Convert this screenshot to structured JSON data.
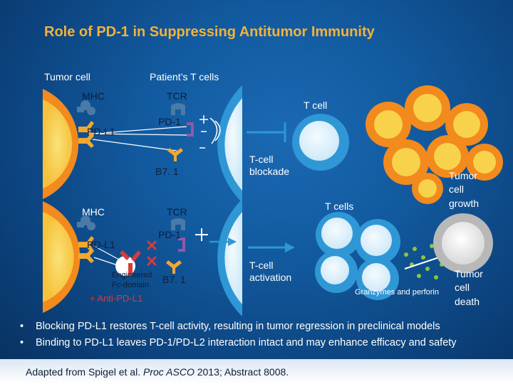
{
  "slide": {
    "title": "Role of PD-1 in Suppressing Antitumor Immunity",
    "labels": {
      "tumor_cell": "Tumor cell",
      "patients_t_cells": "Patient’s T cells",
      "mhc_top": "MHC",
      "tcr_top": "TCR",
      "pd1_top": "PD-1",
      "pdl1_top": "PD-L1",
      "b71_top": "B7. 1",
      "t_cell": "T cell",
      "t_cell_blockade_1": "T-cell",
      "t_cell_blockade_2": "blockade",
      "tumor_growth_1": "Tumor",
      "tumor_growth_2": "cell",
      "tumor_growth_3": "growth",
      "mhc_bottom": "MHC",
      "tcr_bottom": "TCR",
      "pd1_bottom": "PD-1",
      "pdl1_bottom": "PD-L1",
      "engineered_1": "Engineered",
      "engineered_2": "Fc-domain",
      "b71_bottom": "B7. 1",
      "anti_pdl1": "+ Anti-PD-L1",
      "t_cells": "T cells",
      "t_cell_activation_1": "T-cell",
      "t_cell_activation_2": "activation",
      "granzymes": "Granzymes and perforin",
      "tumor_death_1": "Tumor",
      "tumor_death_2": "cell",
      "tumor_death_3": "death"
    },
    "bullets": [
      "Blocking PD-L1 restores T-cell activity, resulting in tumor regression in preclinical models",
      "Binding to PD-L1 leaves PD-1/PD-L2 interaction intact and may enhance efficacy and safety"
    ],
    "citation": {
      "prefix": "Adapted from Spigel et al. ",
      "journal": "Proc ASCO",
      "suffix": " 2013; Abstract 8008."
    },
    "colors": {
      "title": "#f3b23a",
      "tumor_outer": "#f5a623",
      "tumor_inner": "#f7d24a",
      "tcell_outer": "#3ba6e0",
      "tcell_inner": "#dff1fb",
      "mhc": "#3f6f9a",
      "pdl1": "#f0a830",
      "pd1": "#8e5aa8",
      "inhibit_x": "#d93a3a",
      "antibody": "#d93a3a",
      "granzyme": "#8cc63f"
    }
  }
}
